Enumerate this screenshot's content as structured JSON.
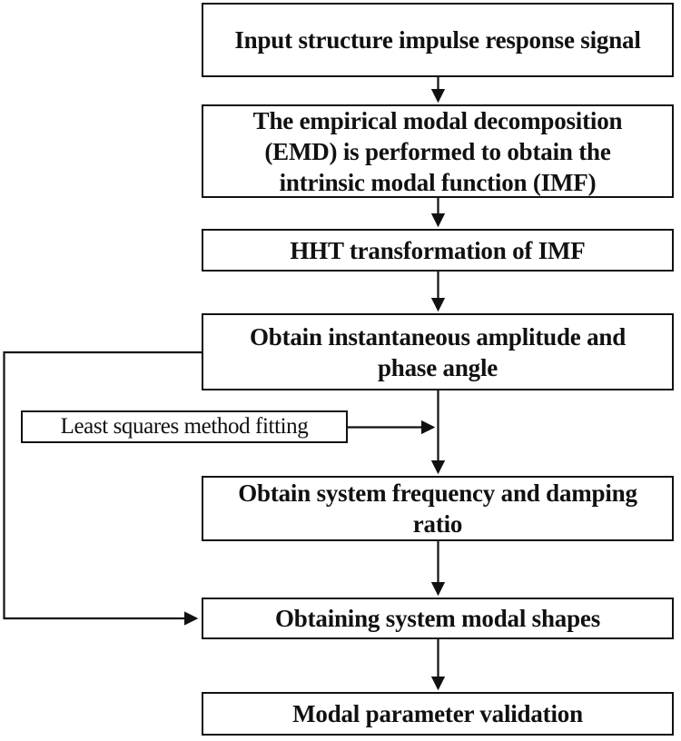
{
  "flowchart": {
    "nodes": [
      {
        "id": "input-signal",
        "label": "Input structure impulse response signal"
      },
      {
        "id": "emd",
        "label": "The empirical modal decomposition (EMD) is performed to obtain the intrinsic modal function (IMF)"
      },
      {
        "id": "hht",
        "label": "HHT transformation of IMF"
      },
      {
        "id": "amplitude-phase",
        "label": "Obtain instantaneous amplitude and phase angle"
      },
      {
        "id": "least-squares",
        "label": "Least squares method fitting"
      },
      {
        "id": "frequency-damping",
        "label": "Obtain system frequency and damping ratio"
      },
      {
        "id": "modal-shapes",
        "label": "Obtaining system modal shapes"
      },
      {
        "id": "validation",
        "label": "Modal parameter validation"
      }
    ],
    "edges": [
      {
        "from": "input-signal",
        "to": "emd"
      },
      {
        "from": "emd",
        "to": "hht"
      },
      {
        "from": "hht",
        "to": "amplitude-phase"
      },
      {
        "from": "amplitude-phase",
        "to": "frequency-damping"
      },
      {
        "from": "least-squares",
        "to": "amplitude-phase-to-frequency-damping-arrow"
      },
      {
        "from": "frequency-damping",
        "to": "modal-shapes"
      },
      {
        "from": "modal-shapes",
        "to": "validation"
      },
      {
        "from": "amplitude-phase",
        "to": "modal-shapes",
        "route": "left-feedback-loop"
      }
    ],
    "colors": {
      "border": "#111111",
      "text": "#111111",
      "background": "#ffffff"
    }
  }
}
